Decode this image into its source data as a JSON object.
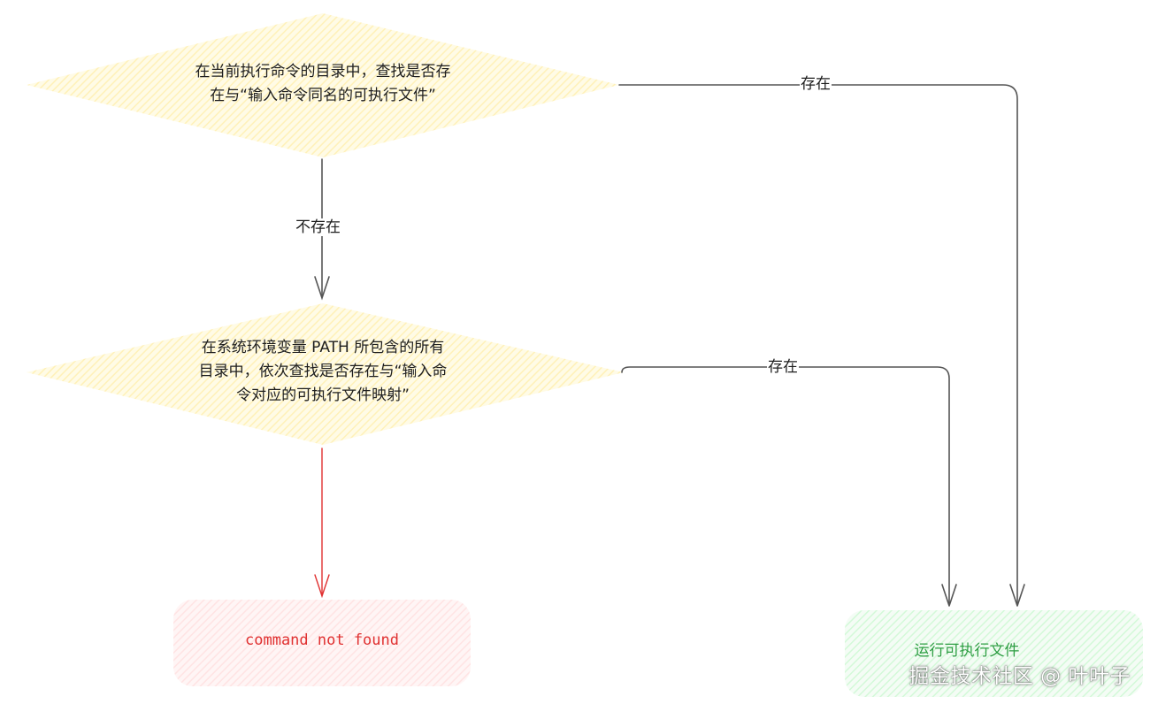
{
  "diagram": {
    "decision_1": {
      "text": "在当前执行命令的目录中，查找是否存\n在与“输入命令同名的可执行文件”"
    },
    "decision_2": {
      "text": "在系统环境变量 PATH 所包含的所有\n目录中，依次查找是否存在与“输入命\n令对应的可执行文件映射”"
    },
    "node_not_found": {
      "text": "command not found"
    },
    "node_run": {
      "text": "运行可执行文件"
    },
    "edges": {
      "d1_to_d2_label": "不存在",
      "d1_to_run_label": "存在",
      "d2_to_run_label": "存在"
    }
  },
  "colors": {
    "decision_fill": "#fff3bf",
    "error_fill": "#ffc9c9",
    "success_fill": "#b2f2bb",
    "error_stroke": "#e03131",
    "success_text": "#2f9e44",
    "error_text": "#e03131",
    "line": "#555555"
  },
  "watermark": {
    "text": "掘金技术社区 @ 叶叶子"
  }
}
